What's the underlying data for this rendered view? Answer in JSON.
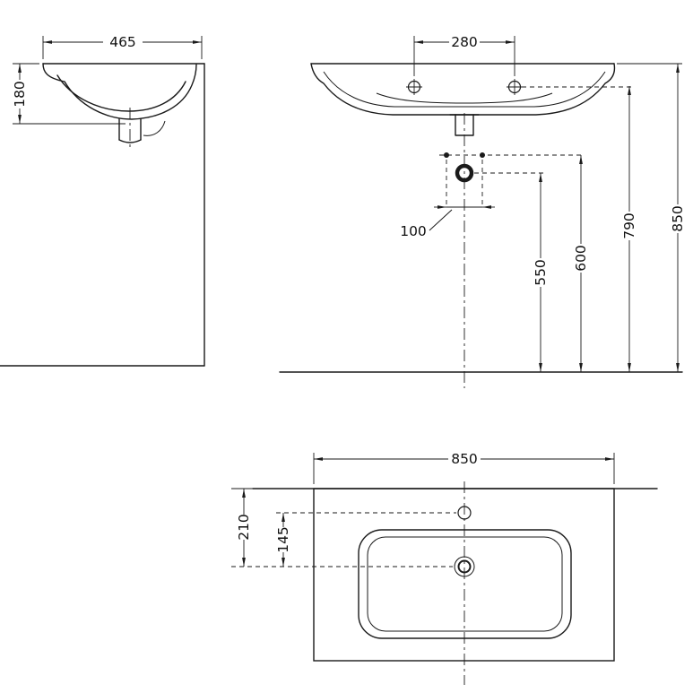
{
  "drawing": {
    "type": "washbasin technical drawing",
    "line_color": "#1a1a1a",
    "background": "#ffffff",
    "views": {
      "side": {
        "dims": {
          "depth": "465",
          "height": "180"
        }
      },
      "front": {
        "dims": {
          "faucet_hole_spacing": "280",
          "drain_offset": "100",
          "drain_outlet_height": "550",
          "fixing_holes_height": "600",
          "faucet_holes_height": "790",
          "rim_height": "850"
        }
      },
      "plan": {
        "dims": {
          "width": "850",
          "edge_to_drain": "210",
          "faucet_to_drain": "145"
        }
      }
    }
  }
}
